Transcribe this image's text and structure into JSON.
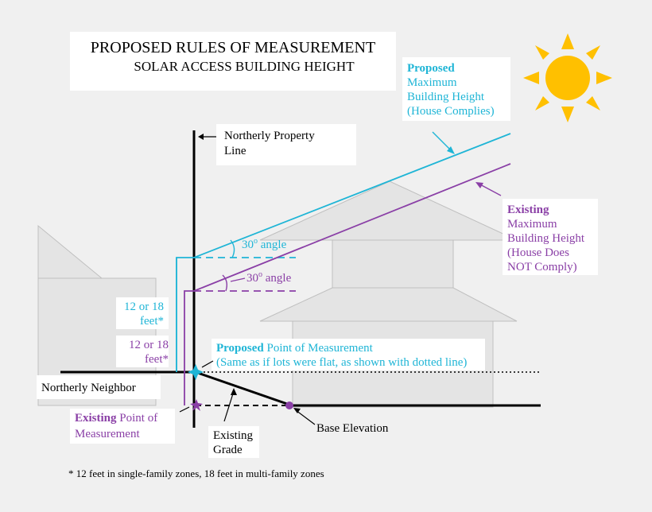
{
  "title": {
    "line1": "PROPOSED RULES OF MEASUREMENT",
    "line2": "SOLAR ACCESS BUILDING HEIGHT"
  },
  "labels": {
    "proposed_height": {
      "bold": "Proposed",
      "lines": [
        "Maximum",
        "Building Height",
        "(House Complies)"
      ]
    },
    "existing_height": {
      "bold": "Existing",
      "lines": [
        "Maximum",
        "Building Height",
        "(House Does",
        "NOT Comply)"
      ]
    },
    "property_line": [
      "Northerly Property",
      "Line"
    ],
    "angle_proposed": {
      "value": "30",
      "sup": "o",
      "text": "angle"
    },
    "angle_existing": {
      "value": "30",
      "sup": "o",
      "text": "angle"
    },
    "height_proposed": [
      "12 or 18",
      "feet*"
    ],
    "height_existing": [
      "12 or 18",
      "feet*"
    ],
    "proposed_point": {
      "bold": "Proposed",
      "rest": " Point of Measurement",
      "line2": "(Same as if lots were flat, as shown with dotted line)"
    },
    "neighbor": "Northerly Neighbor",
    "existing_point": {
      "bold": "Existing",
      "rest": " Point of",
      "line2": "Measurement"
    },
    "existing_grade": [
      "Existing",
      "Grade"
    ],
    "base_elevation": "Base Elevation",
    "footnote": "* 12 feet in single-family zones, 18 feet in multi-family zones"
  },
  "colors": {
    "proposed": "#1fb5d6",
    "existing": "#8a3fa6",
    "ground": "#000000",
    "house": "#d9d9d9",
    "sun": "#ffc000"
  }
}
